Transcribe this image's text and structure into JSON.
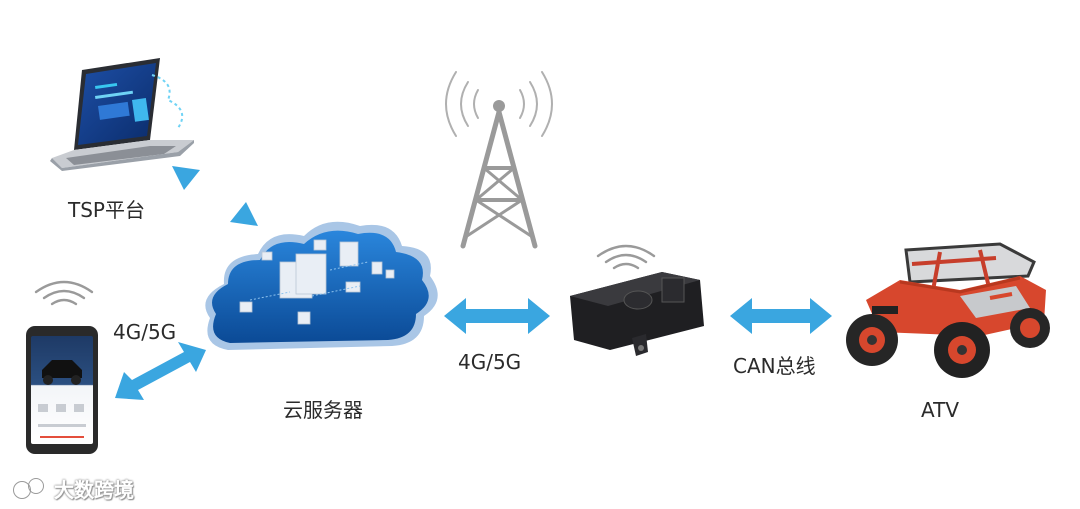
{
  "labels": {
    "tsp": "TSP平台",
    "network_left": "4G/5G",
    "cloud": "云服务器",
    "network_mid": "4G/5G",
    "can_bus": "CAN总线",
    "vehicle": "ATV"
  },
  "watermark": {
    "text": "大数跨境"
  },
  "colors": {
    "arrow": "#3aa6e0",
    "cloud_top": "#1c72c9",
    "cloud_bottom": "#0d4f9e",
    "tower": "#9a9a9a",
    "wifi": "#9a9a9a",
    "atv_body": "#d7472d"
  },
  "icons": [
    "laptop-icon",
    "smartphone-icon",
    "cloud-server-icon",
    "cell-tower-icon",
    "telematics-box-icon",
    "atv-vehicle-icon",
    "wifi-signal-icon",
    "double-arrow-icon"
  ]
}
